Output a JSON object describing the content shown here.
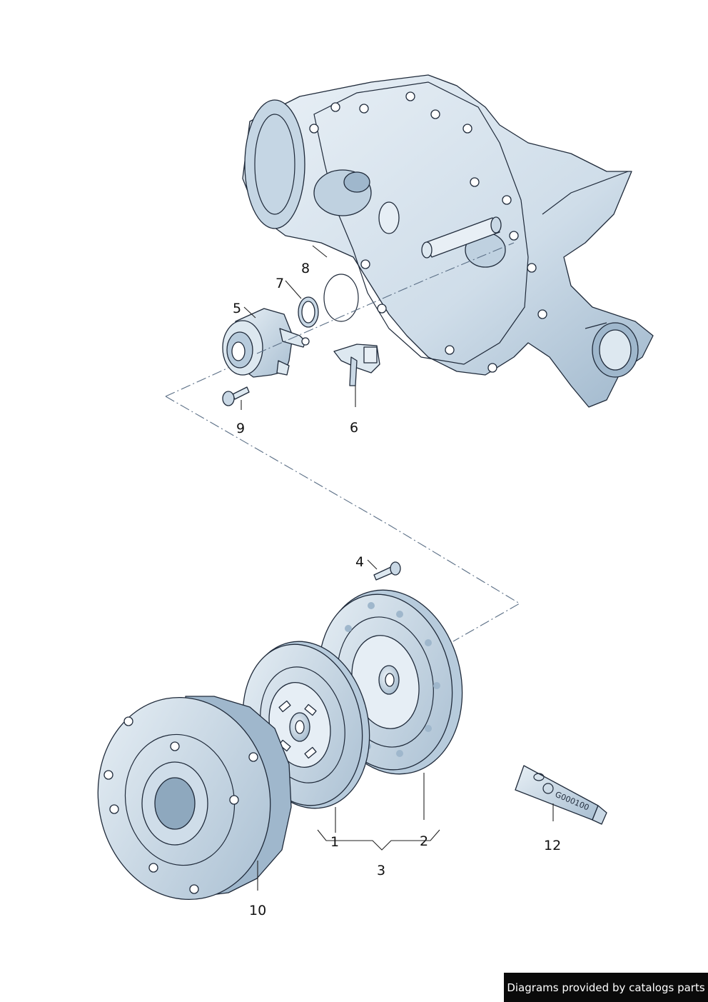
{
  "callouts": {
    "c1": "1",
    "c2": "2",
    "c3": "3",
    "c4": "4",
    "c5": "5",
    "c6": "6",
    "c7": "7",
    "c8": "8",
    "c9": "9",
    "c10": "10",
    "c12": "12"
  },
  "grease_tube_label": "G000100",
  "watermark": "Diagrams provided by catalogs parts",
  "colors": {
    "part_fill": "#dde8f0",
    "part_shade": "#b7cbdc",
    "outline": "#1f2a3a",
    "dash_line": "#5b6f86"
  }
}
